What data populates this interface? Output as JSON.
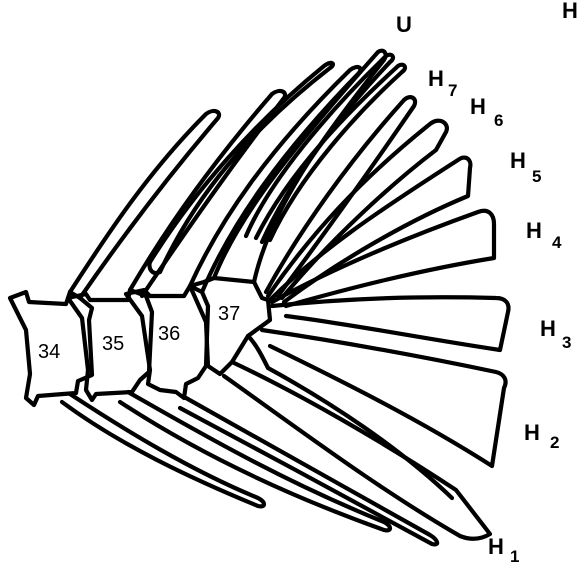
{
  "labels": {
    "corner": "H",
    "urostyle": "U",
    "vertebrae": [
      "34",
      "35",
      "36",
      "37"
    ],
    "hypurals": [
      {
        "letter": "H",
        "number": "1"
      },
      {
        "letter": "H",
        "number": "2"
      },
      {
        "letter": "H",
        "number": "3"
      },
      {
        "letter": "H",
        "number": "4"
      },
      {
        "letter": "H",
        "number": "5"
      },
      {
        "letter": "H",
        "number": "6"
      },
      {
        "letter": "H",
        "number": "7"
      }
    ]
  }
}
